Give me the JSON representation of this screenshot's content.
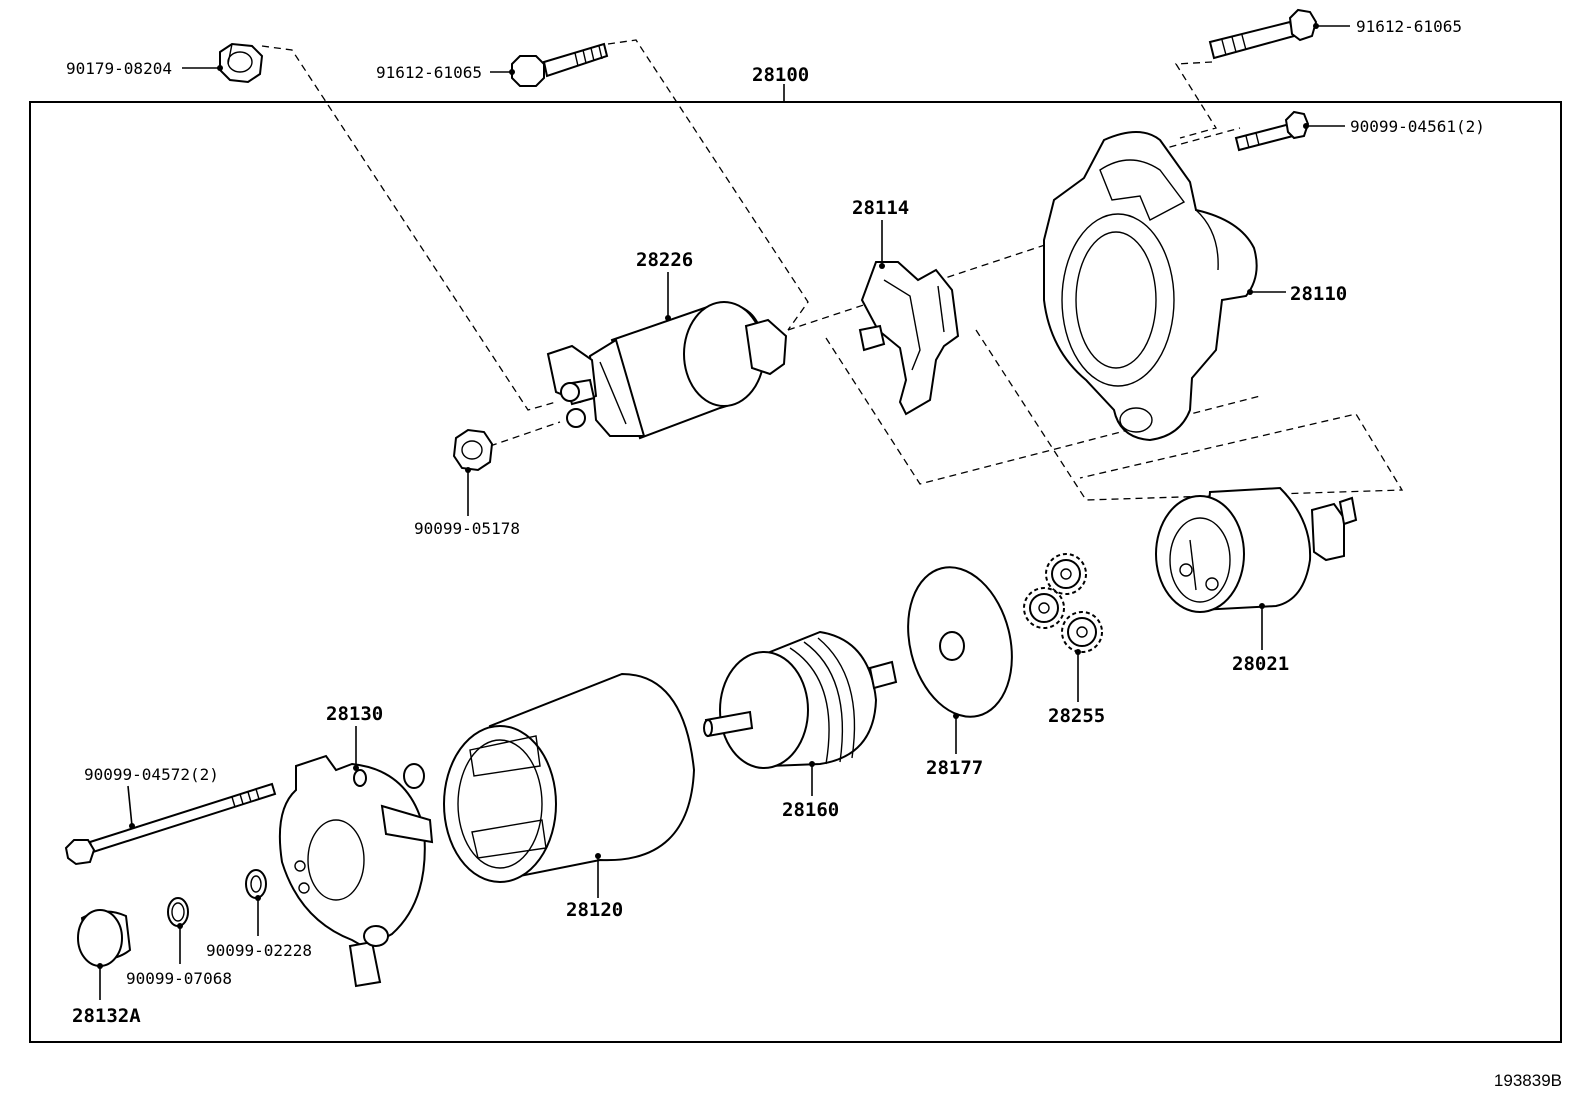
{
  "labels": {
    "assembly": "28100",
    "nut_top_left": "90179-08204",
    "bolt_top_mid": "91612-61065",
    "bolt_top_right": "91612-61065",
    "bolt_right_2": "90099-04561(2)",
    "solenoid": "28226",
    "lever": "28114",
    "housing": "28110",
    "nut_solenoid": "90099-05178",
    "clutch": "28021",
    "gears": "28255",
    "plate": "28177",
    "armature": "28160",
    "yoke": "28120",
    "end_frame": "28130",
    "through_bolt": "90099-04572(2)",
    "washer": "90099-02228",
    "ring": "90099-07068",
    "cap": "28132A"
  },
  "figure_id": "193839B"
}
